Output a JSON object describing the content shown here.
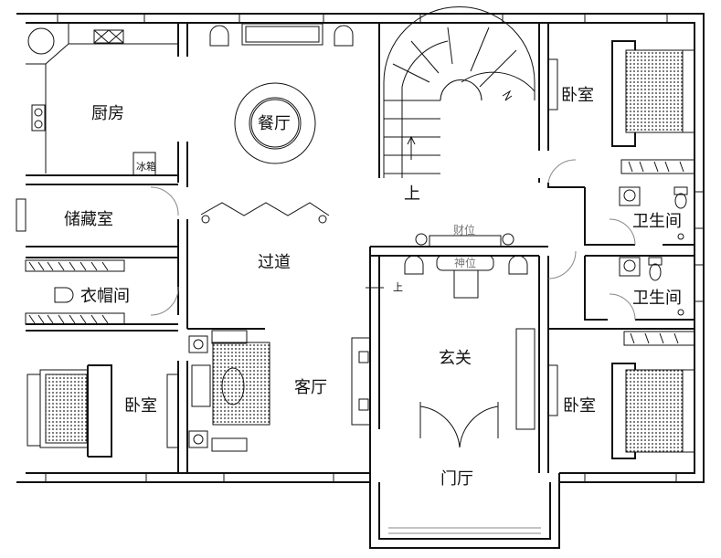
{
  "rooms": {
    "kitchen": "厨房",
    "dining": "餐厅",
    "fridge": "冰箱",
    "storage": "储藏室",
    "corridor": "过道",
    "cloakroom": "衣帽间",
    "bedroom_left": "卧室",
    "living": "客厅",
    "foyer": "玄关",
    "entrance_hall": "门厅",
    "bedroom_top_right": "卧室",
    "bath_1": "卫生间",
    "bath_2": "卫生间",
    "bedroom_bottom_right": "卧室",
    "wealth_position": "财位",
    "shrine_position": "神位",
    "stair_up_1": "上",
    "stair_up_2": "上"
  }
}
